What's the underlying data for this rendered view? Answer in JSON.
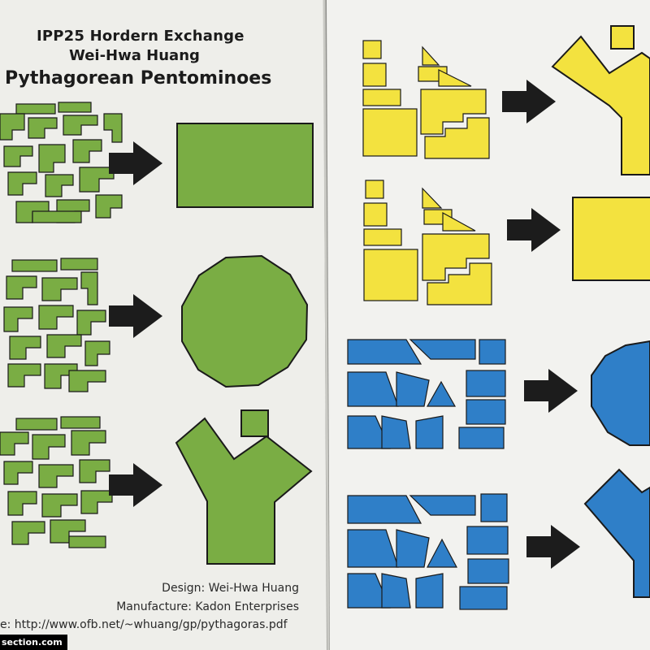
{
  "header": {
    "line1": "IPP25  Hordern Exchange",
    "line2": "Wei-Hwa Huang",
    "line3": "Pythagorean Pentominoes"
  },
  "credits": {
    "design": "Design: Wei-Hwa Huang",
    "manufacture": "Manufacture: Kadon Enterprises",
    "url": "e: http://www.ofb.net/~whuang/gp/pythagoras.pdf"
  },
  "watermark": "section.com",
  "colors": {
    "green": "#7aad44",
    "yellow": "#f3e23f",
    "blue": "#2f7fc8",
    "outline": "#1a1a1a",
    "arrow": "#1c1c1c",
    "paper": "#efefeb"
  },
  "puzzles": [
    {
      "color": "green",
      "target": "rectangle"
    },
    {
      "color": "green",
      "target": "dodecagon"
    },
    {
      "color": "green",
      "target": "y-shape-with-square"
    },
    {
      "color": "yellow",
      "target": "y-shape-with-square"
    },
    {
      "color": "yellow",
      "target": "rectangle"
    },
    {
      "color": "blue",
      "target": "dodecagon"
    },
    {
      "color": "blue",
      "target": "y-shape"
    }
  ]
}
